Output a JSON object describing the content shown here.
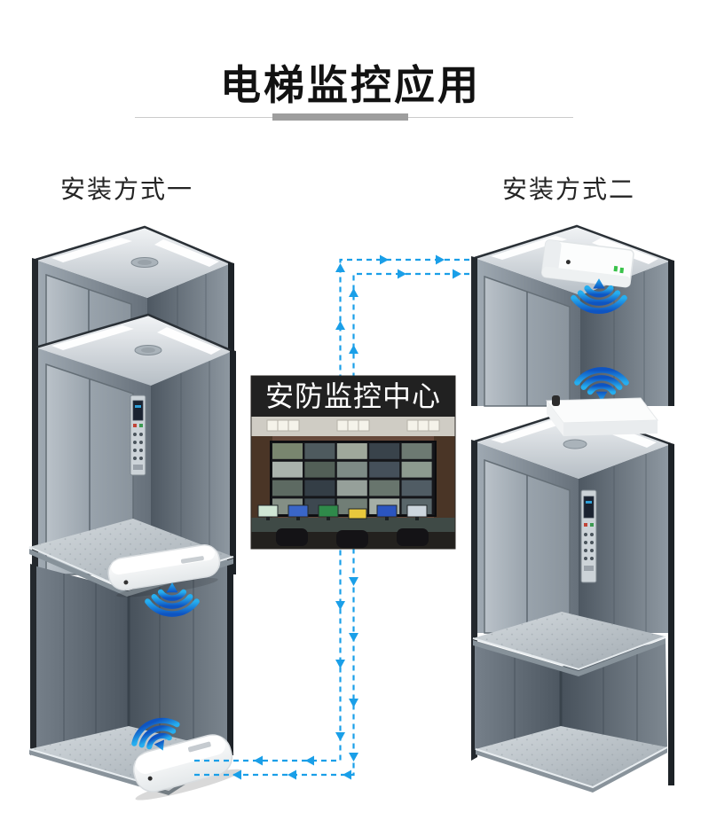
{
  "header": {
    "title": "电梯监控应用"
  },
  "methods": {
    "method1_label": "安装方式一",
    "method2_label": "安装方式二"
  },
  "monitoring_center": {
    "caption": "安防监控中心"
  },
  "palette": {
    "accent_blue": "#1A9FE8",
    "wifi_blue_dark": "#0E54C2",
    "wifi_blue_light": "#26AEEF",
    "title_color": "#121212",
    "caption_band": "#262626"
  }
}
